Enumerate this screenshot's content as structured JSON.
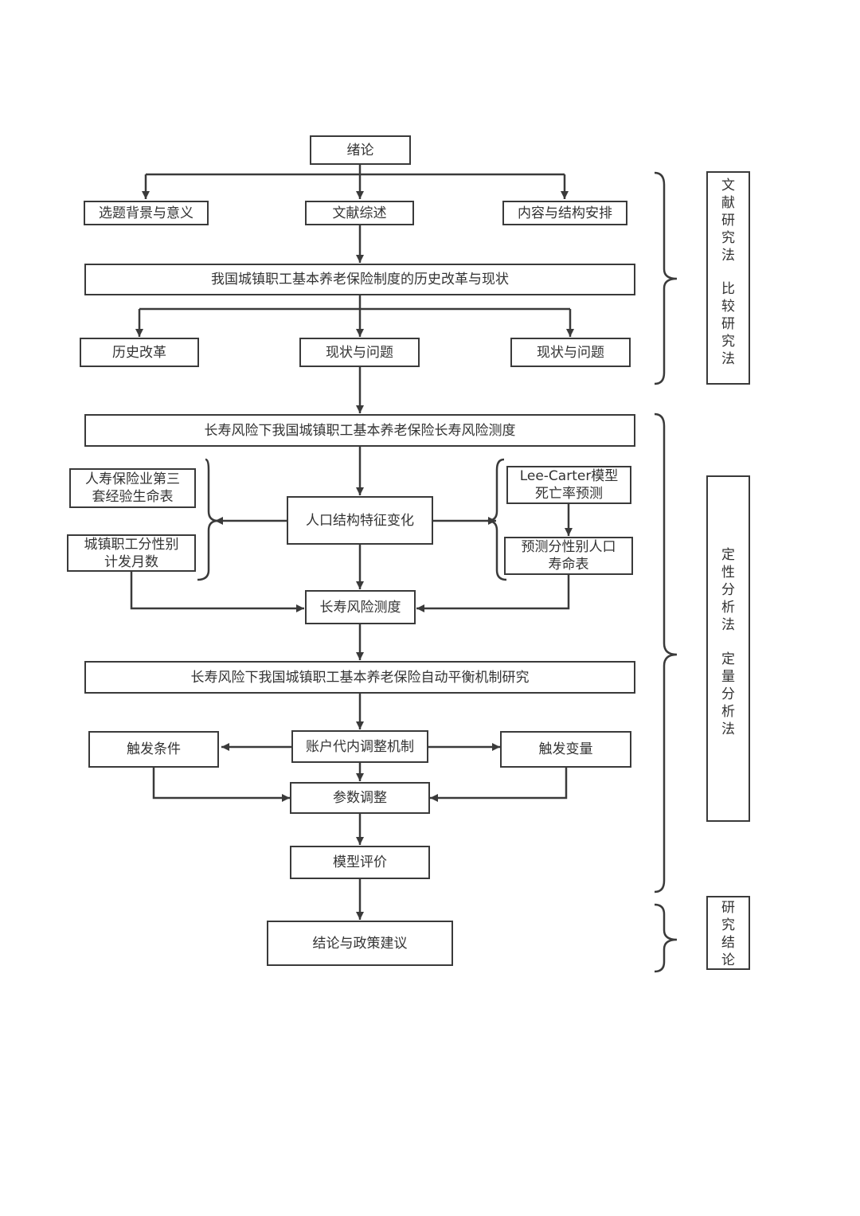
{
  "nodes": {
    "intro": "绪论",
    "background": "选题背景与意义",
    "lit_review": "文献综述",
    "structure": "内容与结构安排",
    "history_status": "我国城镇职工基本养老保险制度的历史改革与现状",
    "reform": "历史改革",
    "status_problem_mid": "现状与问题",
    "status_problem_right": "现状与问题",
    "risk_measure_main": "长寿风险下我国城镇职工基本养老保险长寿风险测度",
    "life_table": "人寿保险业第三\n套经验生命表",
    "monthly_payment": "城镇职工分性别\n计发月数",
    "pop_change": "人口结构特征变化",
    "lee_carter": "Lee-Carter模型\n死亡率预测",
    "forecast_table": "预测分性别人口\n寿命表",
    "risk_measure": "长寿风险测度",
    "auto_balance": "长寿风险下我国城镇职工基本养老保险自动平衡机制研究",
    "account_adjust": "账户代内调整机制",
    "trigger_cond": "触发条件",
    "trigger_var": "触发变量",
    "param_adjust": "参数调整",
    "model_eval": "模型评价",
    "conclusion": "结论与政策建议"
  },
  "methods": {
    "m1": "文献研究法",
    "m2": "比较研究法",
    "m3": "定性分析法",
    "m4": "定量分析法",
    "m5": "研究结论"
  }
}
